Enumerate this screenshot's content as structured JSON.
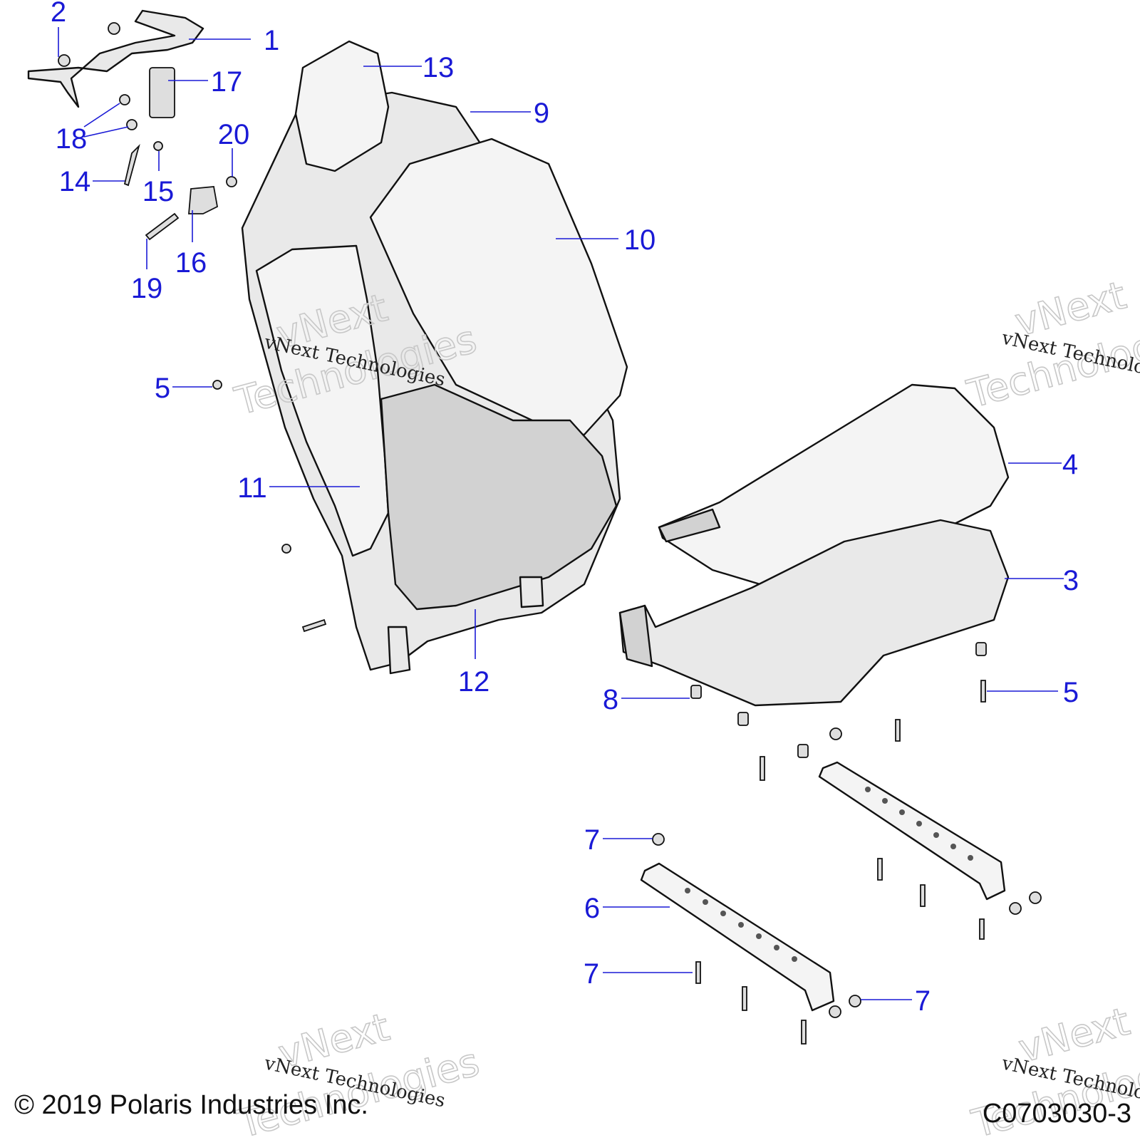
{
  "figure_id": "C0703030-3",
  "copyright": "© 2019 Polaris Industries Inc.",
  "watermark": {
    "line1": "vNext Technologies",
    "big1": "vNext",
    "big2": "Technologies"
  },
  "callouts": [
    {
      "num": "1"
    },
    {
      "num": "2"
    },
    {
      "num": "13"
    },
    {
      "num": "17"
    },
    {
      "num": "9"
    },
    {
      "num": "18"
    },
    {
      "num": "20"
    },
    {
      "num": "14"
    },
    {
      "num": "15"
    },
    {
      "num": "10"
    },
    {
      "num": "16"
    },
    {
      "num": "19"
    },
    {
      "num": "5"
    },
    {
      "num": "4"
    },
    {
      "num": "11"
    },
    {
      "num": "3"
    },
    {
      "num": "12"
    },
    {
      "num": "8"
    },
    {
      "num": "5"
    },
    {
      "num": "7"
    },
    {
      "num": "6"
    },
    {
      "num": "7"
    },
    {
      "num": "7"
    }
  ]
}
